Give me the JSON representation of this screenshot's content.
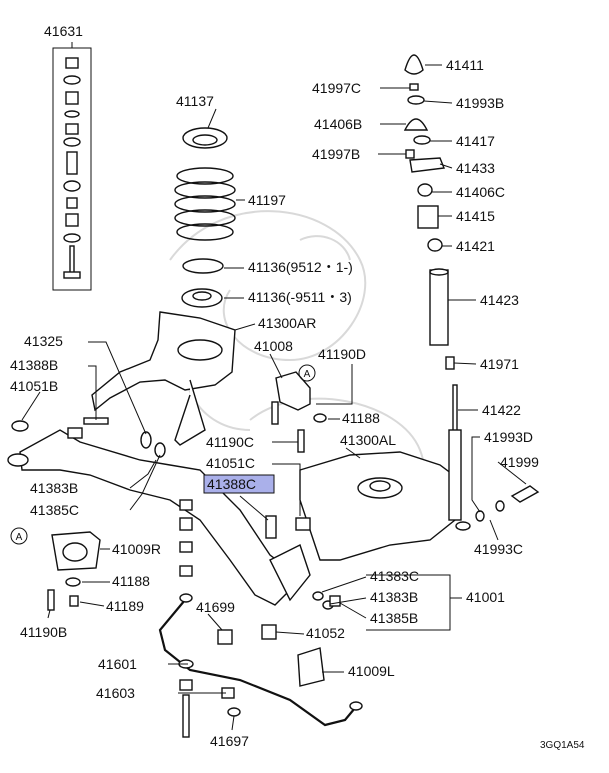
{
  "drawing_ref": "3GQ1A54",
  "highlight_color": "#aab0ea",
  "highlighted_part": "41388C",
  "circle_marker": "A",
  "labels": [
    "41631",
    "41137",
    "41197",
    "41136(9512・1-)",
    "41136(-9511・3)",
    "41300AR",
    "41325",
    "41388B",
    "41051B",
    "41383B",
    "41385C",
    "41009R",
    "41188",
    "41189",
    "41190B",
    "41008",
    "41190D",
    "41188",
    "41190C",
    "41300AL",
    "41051C",
    "41388C",
    "41699",
    "41601",
    "41603",
    "41697",
    "41052",
    "41009L",
    "41383C",
    "41383B",
    "41385B",
    "41001",
    "41411",
    "41997C",
    "41993B",
    "41406B",
    "41417",
    "41997B",
    "41433",
    "41406C",
    "41415",
    "41421",
    "41423",
    "41971",
    "41422",
    "41993D",
    "41999",
    "41993C"
  ]
}
